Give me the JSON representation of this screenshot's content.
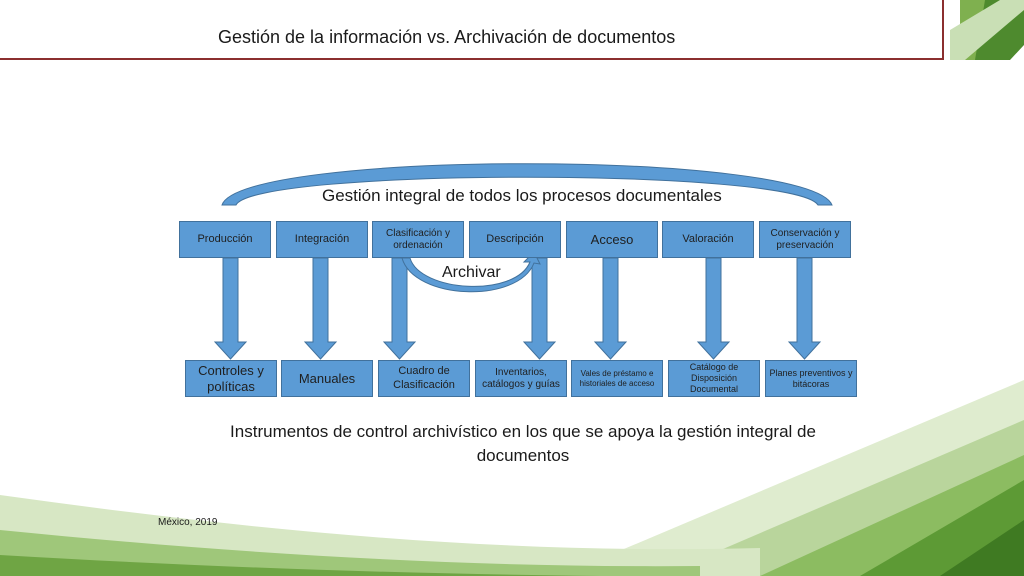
{
  "slide": {
    "title": "Gestión de la información vs. Archivación de documentos",
    "arch_label": "Gestión integral de todos los procesos documentales",
    "archivar_label": "Archivar",
    "caption": "Instrumentos de control archivístico en los que se apoya la gestión integral de documentos",
    "footer": "México, 2019"
  },
  "processes": [
    "Producción",
    "Integración",
    "Clasificación y ordenación",
    "Descripción",
    "Acceso",
    "Valoración",
    "Conservación y preservación"
  ],
  "instruments": [
    "Controles y políticas",
    "Manuales",
    "Cuadro de Clasificación",
    "Inventarios, catálogos y guías",
    "Vales de préstamo e historiales de acceso",
    "Catálogo de Disposición Documental",
    "Planes preventivos y bitácoras"
  ],
  "colors": {
    "box_fill": "#5b9bd5",
    "box_border": "#41719c",
    "arrow_fill": "#5b9bd5",
    "accent_rule": "#8b2f2f",
    "green_dark": "#4e8a2e",
    "green_light": "#a9c98a"
  }
}
